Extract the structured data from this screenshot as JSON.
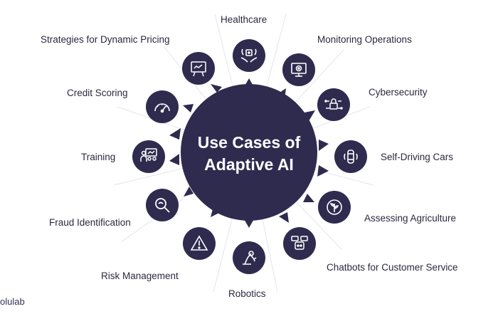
{
  "diagram": {
    "center_title_line1": "Use Cases of",
    "center_title_line2": "Adaptive AI",
    "colors": {
      "hub": "#2f2b4f",
      "node": "#2f2b4f",
      "spoke": "#e9e8f0",
      "text": "#2a2940"
    },
    "items": [
      {
        "label": "Healthcare",
        "icon": "healthcare-hands-icon"
      },
      {
        "label": "Monitoring Operations",
        "icon": "monitor-gear-icon"
      },
      {
        "label": "Cybersecurity",
        "icon": "circuit-lock-icon"
      },
      {
        "label": "Self-Driving Cars",
        "icon": "car-signal-icon"
      },
      {
        "label": "Assessing Agriculture",
        "icon": "leaf-icon"
      },
      {
        "label": "Chatbots for Customer Service",
        "icon": "chatbot-icon"
      },
      {
        "label": "Robotics",
        "icon": "robotic-arm-icon"
      },
      {
        "label": "Risk Management",
        "icon": "warning-icon"
      },
      {
        "label": "Fraud Identification",
        "icon": "magnifier-icon"
      },
      {
        "label": "Training",
        "icon": "presentation-board-icon"
      },
      {
        "label": "Credit Scoring",
        "icon": "gauge-icon"
      },
      {
        "label": "Strategies for Dynamic Pricing",
        "icon": "pricing-board-icon"
      }
    ]
  },
  "brand": "olulab"
}
